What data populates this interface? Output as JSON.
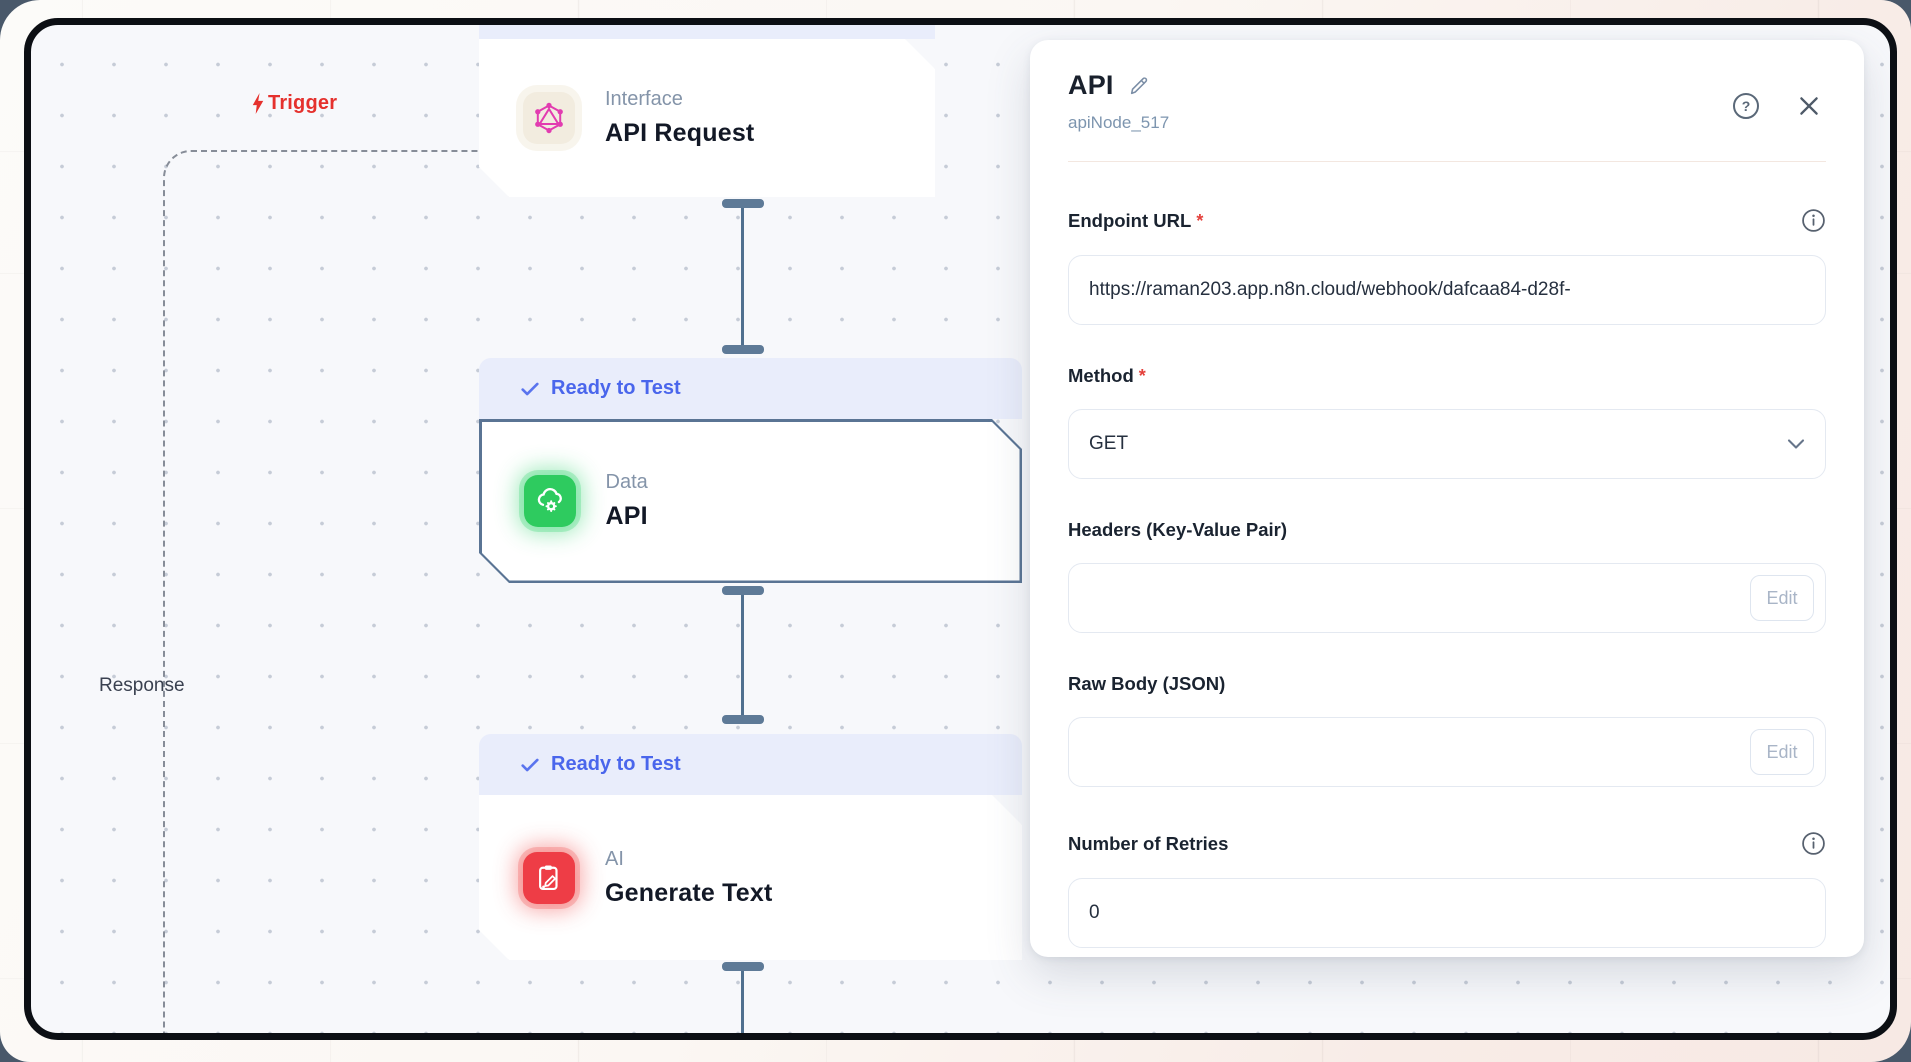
{
  "canvas": {
    "trigger_label": "Trigger",
    "response_label": "Response",
    "nodes": [
      {
        "category": "Interface",
        "title": "API Request"
      },
      {
        "category": "Data",
        "title": "API",
        "badge": "Ready to Test"
      },
      {
        "category": "AI",
        "title": "Generate Text",
        "badge": "Ready to Test"
      }
    ]
  },
  "panel": {
    "title": "API",
    "node_id": "apiNode_517",
    "required_mark": "*",
    "fields": {
      "endpoint": {
        "label": "Endpoint URL",
        "value": "https://raman203.app.n8n.cloud/webhook/dafcaa84-d28f-"
      },
      "method": {
        "label": "Method",
        "value": "GET"
      },
      "headers": {
        "label": "Headers (Key-Value Pair)",
        "value": "",
        "button": "Edit"
      },
      "raw_body": {
        "label": "Raw Body (JSON)",
        "value": "",
        "button": "Edit"
      },
      "retries": {
        "label": "Number of Retries",
        "value": "0"
      }
    }
  },
  "colors": {
    "badge_blue": "#4a66ec",
    "node_green": "#2ecb5f",
    "node_red": "#ee3d46",
    "node_pink": "#e23cb0",
    "trigger_red": "#e5312d",
    "connector": "#5e7a97",
    "canvas_bg": "#f7f8fb"
  }
}
